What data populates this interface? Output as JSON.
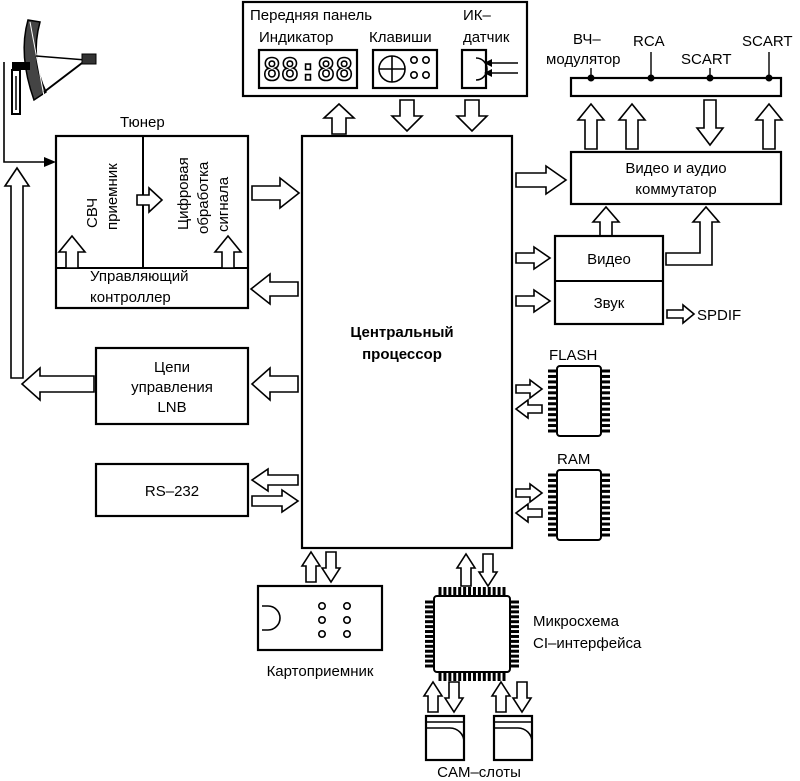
{
  "front_panel": {
    "title": "Передняя панель",
    "indicator": "Индикатор",
    "keys": "Клавиши",
    "ir_line1": "ИК–",
    "ir_line2": "датчик",
    "display_digits": "88:88"
  },
  "tuner": {
    "title": "Тюнер",
    "microwave_line1": "СВЧ",
    "microwave_line2": "приемник",
    "digital_line1": "Цифровая",
    "digital_line2": "обработка",
    "digital_line3": "сигнала",
    "controller_line1": "Управляющий",
    "controller_line2": "контроллер"
  },
  "lnb": {
    "line1": "Цепи",
    "line2": "управления",
    "line3": "LNB"
  },
  "rs232": {
    "label": "RS–232"
  },
  "cpu": {
    "line1": "Центральный",
    "line2": "процессор"
  },
  "outputs": {
    "rf_line1": "ВЧ–",
    "rf_line2": "модулятор",
    "rca": "RCA",
    "scart1": "SCART",
    "scart2": "SCART"
  },
  "av_switch": {
    "line1": "Видео и аудио",
    "line2": "коммутатор"
  },
  "video": {
    "label": "Видео"
  },
  "audio": {
    "label": "Звук"
  },
  "spdif": {
    "label": "SPDIF"
  },
  "flash": {
    "label": "FLASH"
  },
  "ram": {
    "label": "RAM"
  },
  "ci_chip": {
    "line1": "Микросхема",
    "line2": "CI–интерфейса"
  },
  "card_reader": {
    "label": "Картоприемник"
  },
  "cam_slots": {
    "label": "CAM–слоты"
  }
}
